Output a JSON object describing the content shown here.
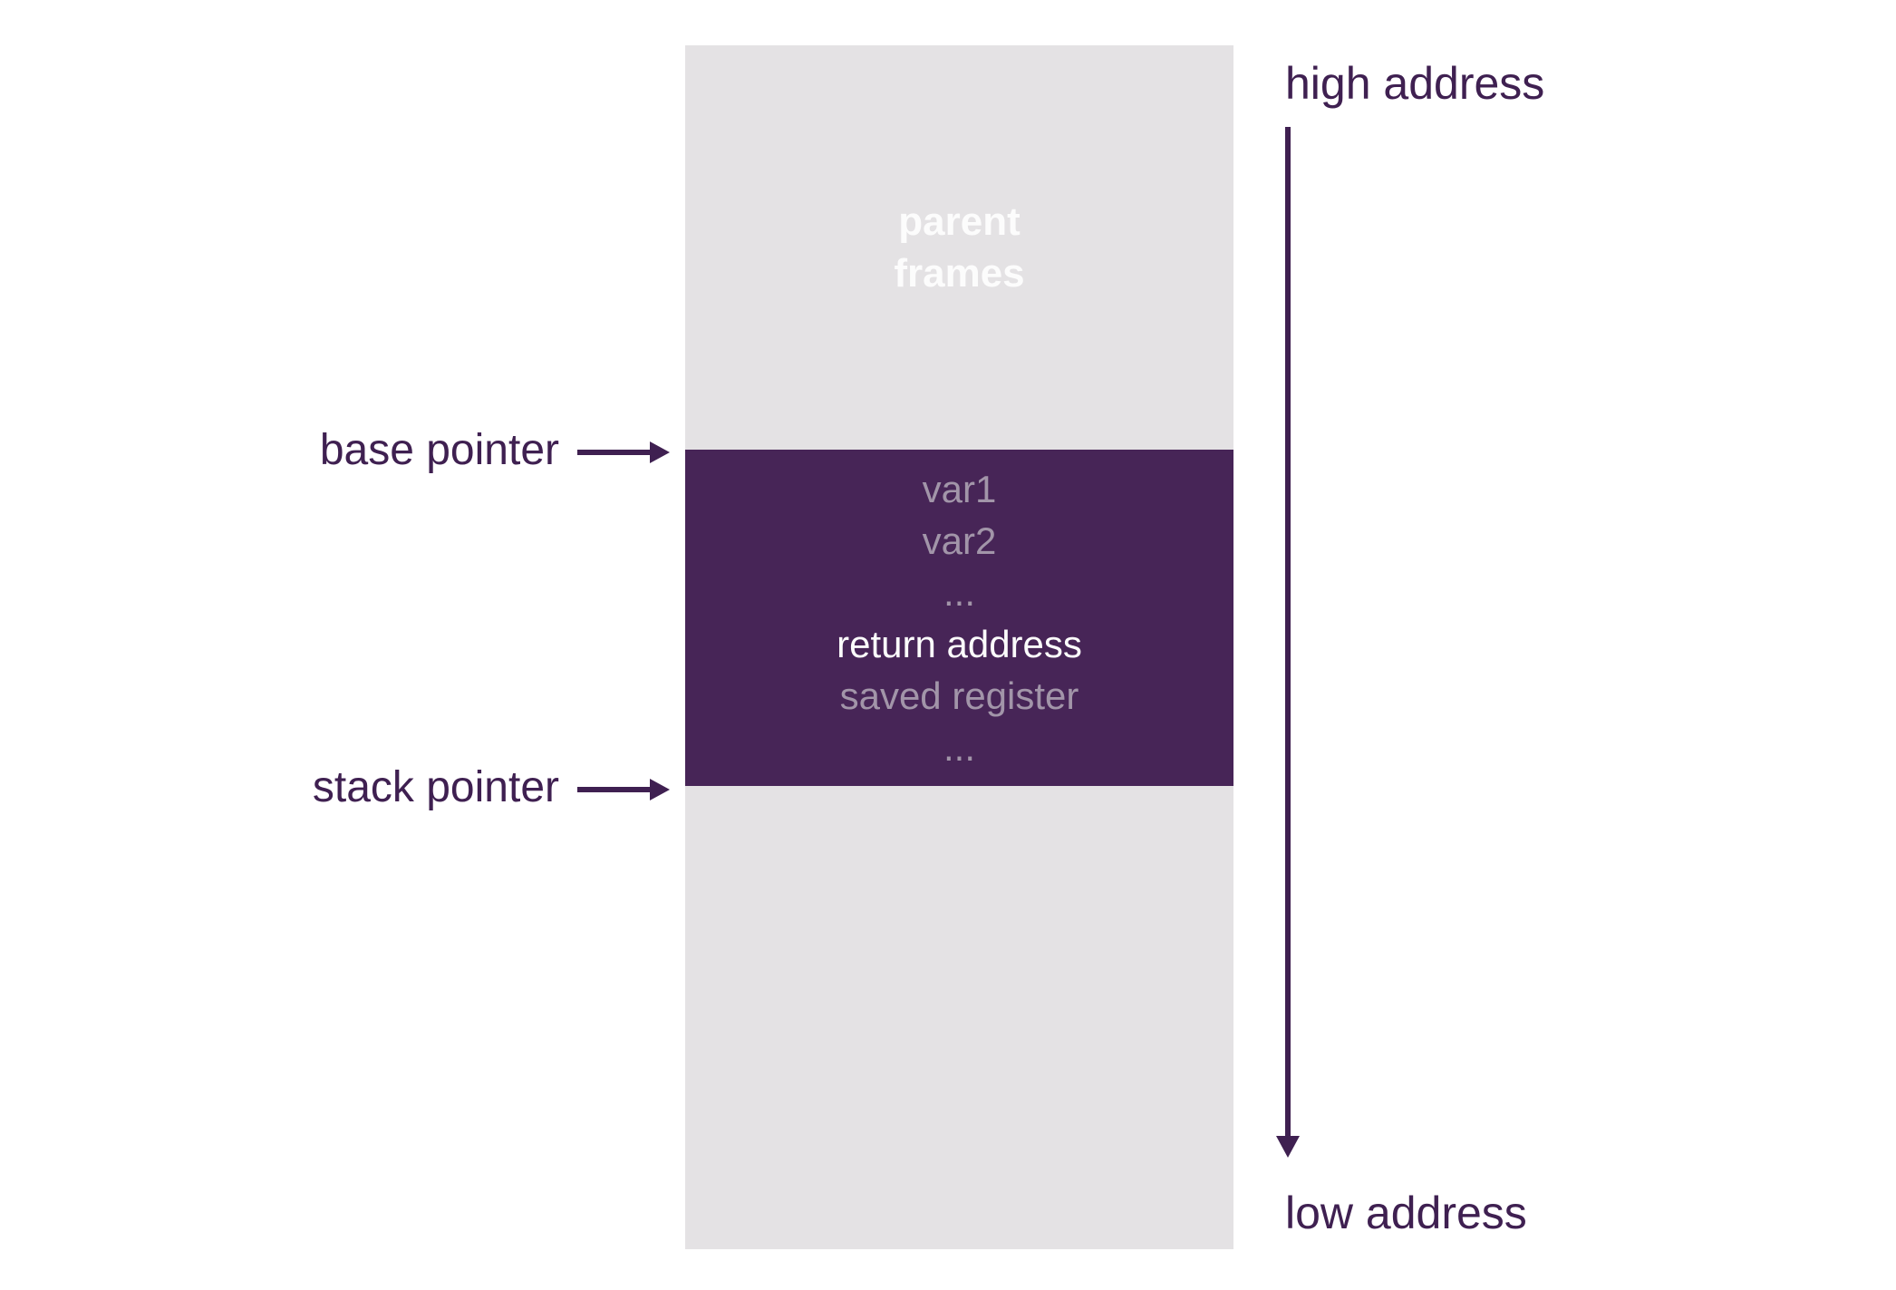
{
  "title": "stack memory layout diagram",
  "colors": {
    "background": "#FFFFFF",
    "column_gray": "#E4E2E4",
    "frame_purple": "#472557",
    "accent_dark_purple": "#3F2051",
    "muted_text": "#A295A9",
    "white_text": "#FCFCFC"
  },
  "column": {
    "parent_frames_lines": [
      "parent",
      "frames"
    ]
  },
  "stack_frame": {
    "rows": [
      {
        "text": "var1",
        "style": "muted"
      },
      {
        "text": "var2",
        "style": "muted"
      },
      {
        "text": "...",
        "style": "muted"
      },
      {
        "text": "return address",
        "style": "white"
      },
      {
        "text": "saved register",
        "style": "muted"
      },
      {
        "text": "...",
        "style": "muted"
      }
    ]
  },
  "pointers": {
    "base": "base pointer",
    "stack": "stack pointer"
  },
  "address_axis": {
    "high": "high address",
    "low": "low address"
  }
}
